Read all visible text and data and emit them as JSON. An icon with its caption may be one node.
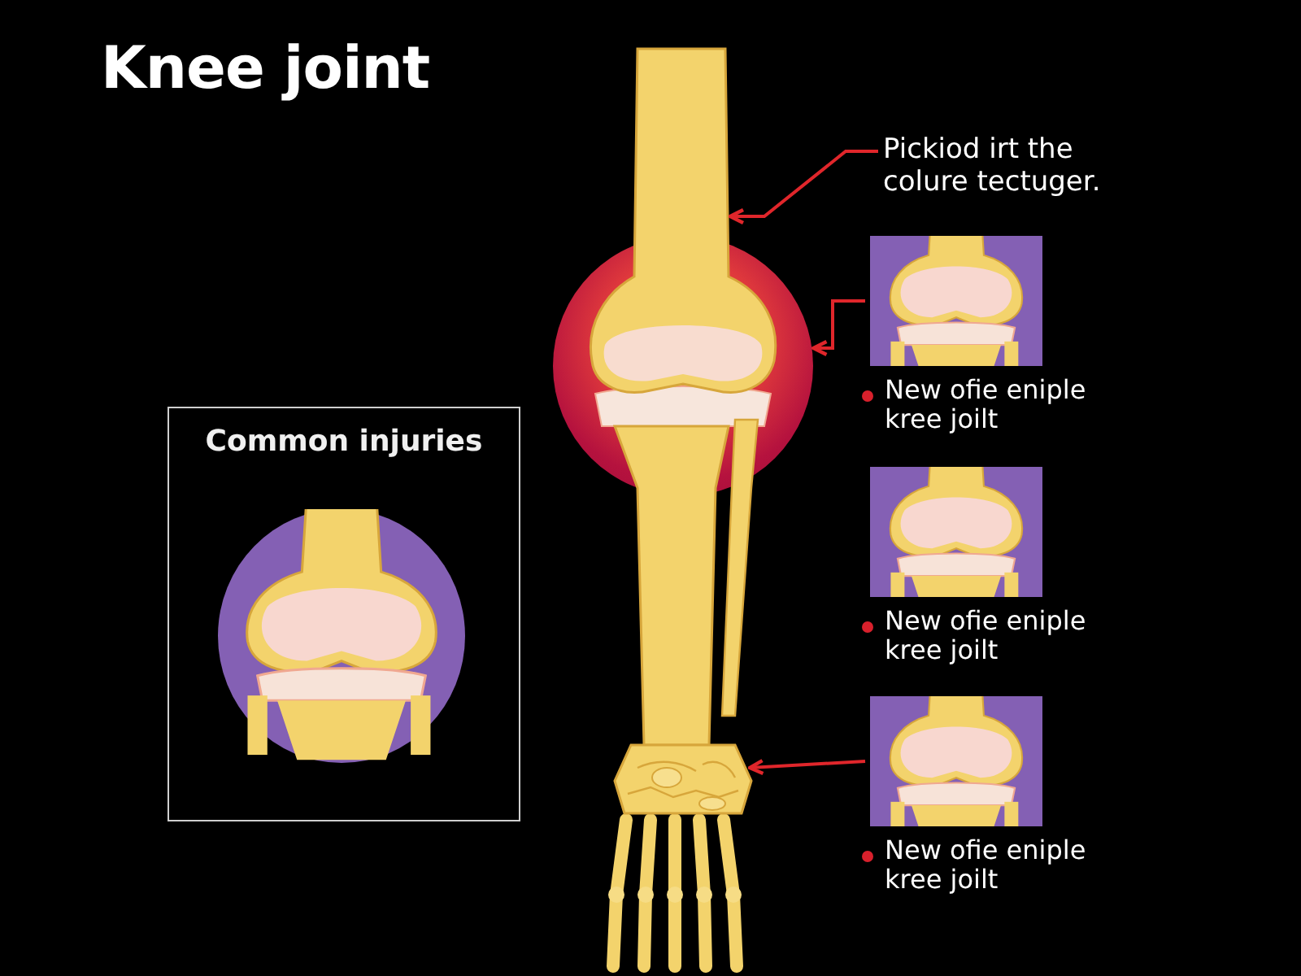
{
  "diagram": {
    "title": "Knee joint",
    "nodes": [
      {
        "text": [
          "Pickiod irt the colure tectuger."
        ]
      },
      {
        "text": [],
        "shape": "picture"
      },
      {
        "text": [],
        "shape": "circle"
      },
      {
        "text": [],
        "shape": "picture",
        "beside": [
          "New ofie eniple kree joilt"
        ]
      },
      {
        "text": [
          "Common injuries"
        ]
      },
      {
        "text": [],
        "shape": "picture",
        "beside": [
          "New ofie eniple kree joilt"
        ]
      },
      {
        "text": [],
        "shape": "picture",
        "beside": [
          "New ofie eniple kree joilt"
        ]
      },
      {
        "text": [],
        "shape": "picture"
      }
    ],
    "edges": [
      {
        "from": 0,
        "to": 1,
        "arrow": "to"
      },
      {
        "from": 3,
        "to": 2,
        "arrow": "to"
      },
      {
        "from": 6,
        "to": 7,
        "arrow": "to"
      }
    ]
  }
}
